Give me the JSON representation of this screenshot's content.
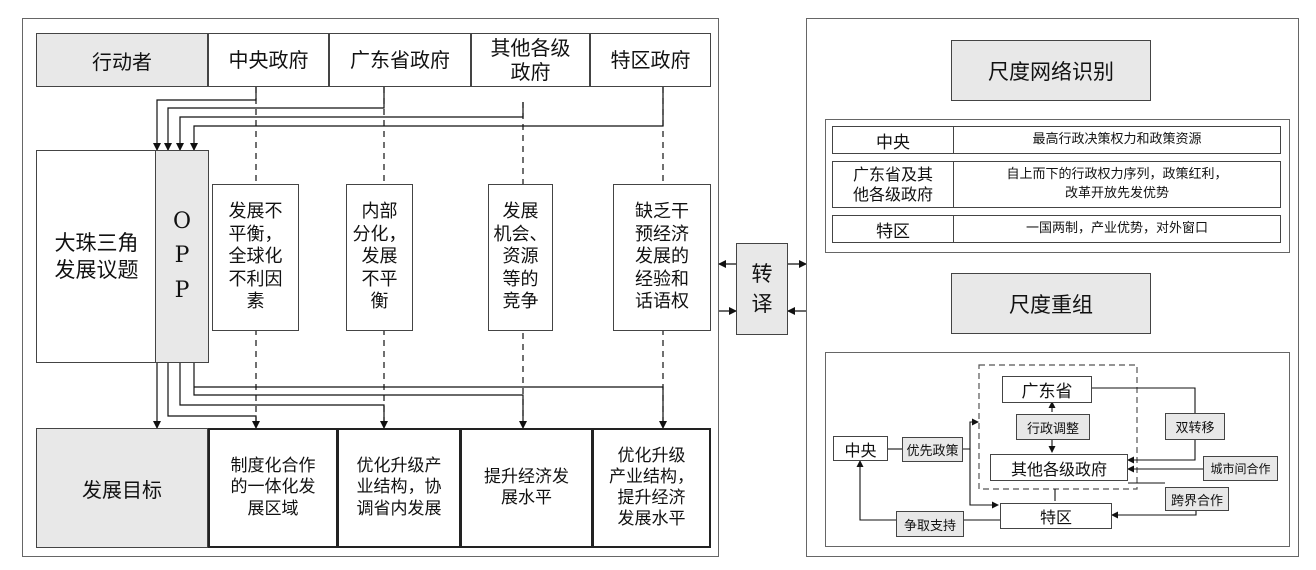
{
  "left": {
    "actors_label": "行动者",
    "actors": [
      "中央政府",
      "广东省政府",
      "其他各级\n政府",
      "特区政府"
    ],
    "issue_label": "大珠三角\n发展议题",
    "opp_label": "O\nP\nP",
    "issues": [
      "发展不\n平衡，\n全球化\n不利因\n素",
      "内部\n分化，\n发展\n不平\n衡",
      "发展\n机会、\n资源\n等的\n竞争",
      "缺乏干\n预经济\n发展的\n经验和\n话语权"
    ],
    "goal_label": "发展目标",
    "goals": [
      "制度化合作\n的一体化发\n展区域",
      "优化升级产\n业结构，协\n调省内发展",
      "提升经济发\n展水平",
      "优化升级\n产业结构，\n提升经济\n发展水平"
    ]
  },
  "middle": {
    "translate_label": "转\n译"
  },
  "right": {
    "identify_title": "尺度网络识别",
    "table": [
      {
        "label": "中央",
        "desc": "最高行政决策权力和政策资源"
      },
      {
        "label": "广东省及其\n他各级政府",
        "desc": "自上而下的行政权力序列，政策红利，\n改革开放先发优势"
      },
      {
        "label": "特区",
        "desc": "一国两制，产业优势，对外窗口"
      }
    ],
    "reorg_title": "尺度重组",
    "network": {
      "guangdong": "广东省",
      "admin_adjust": "行政调整",
      "others": "其他各级政府",
      "central": "中央",
      "preferential": "优先政策",
      "dual_transfer": "双转移",
      "intercity": "城市间合作",
      "crossborder": "跨界合作",
      "sez": "特区",
      "seek_support": "争取支持"
    }
  }
}
